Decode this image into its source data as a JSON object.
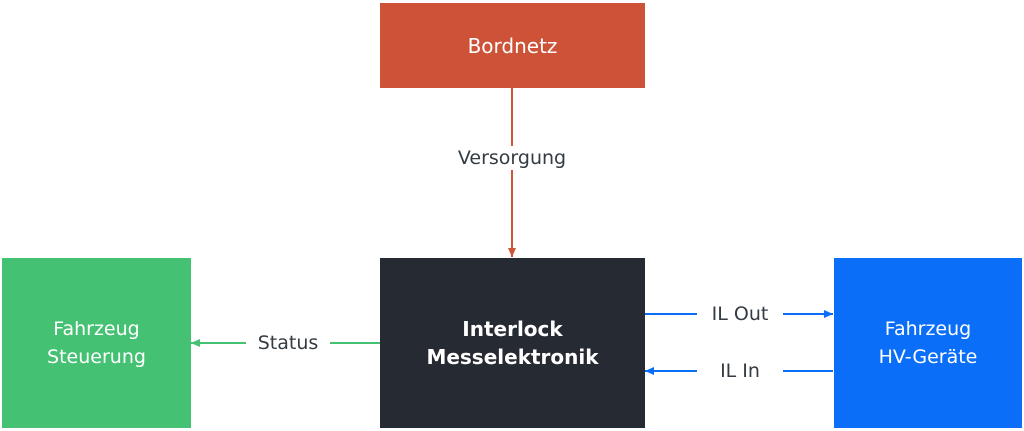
{
  "colors": {
    "bordnetz": "#cd5237",
    "core": "#252a33",
    "steuerung": "#44c172",
    "hv": "#0a6ef8",
    "arrow_red": "#cd5237",
    "arrow_green": "#44c172",
    "arrow_blue": "#0a6ef8",
    "label_text": "#333b43"
  },
  "nodes": {
    "bordnetz": {
      "label": "Bordnetz"
    },
    "core": {
      "line1": "Interlock",
      "line2": "Messelektronik"
    },
    "steuerung": {
      "line1": "Fahrzeug",
      "line2": "Steuerung"
    },
    "hv": {
      "line1": "Fahrzeug",
      "line2": "HV-Geräte"
    }
  },
  "edges": {
    "versorgung": "Versorgung",
    "status": "Status",
    "il_out": "IL Out",
    "il_in": "IL In"
  }
}
